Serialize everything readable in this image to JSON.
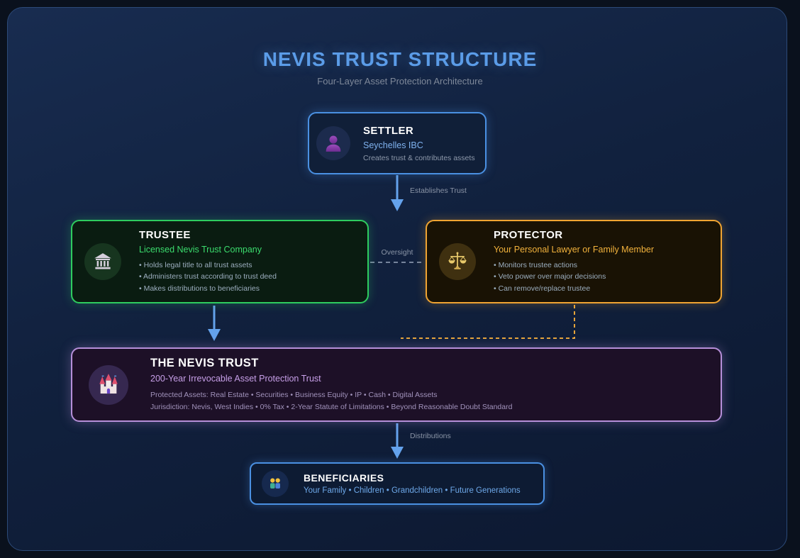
{
  "header": {
    "title": "NEVIS TRUST STRUCTURE",
    "subtitle": "Four-Layer Asset Protection Architecture"
  },
  "nodes": {
    "settler": {
      "title": "SETTLER",
      "subtitle": "Seychelles IBC",
      "description": "Creates trust & contributes assets",
      "icon": "person-icon",
      "accent": "#4a90e2"
    },
    "trustee": {
      "title": "TRUSTEE",
      "subtitle": "Licensed Nevis Trust Company",
      "bullets": [
        "• Holds legal title to all trust assets",
        "• Administers trust according to trust deed",
        "• Makes distributions to beneficiaries"
      ],
      "icon": "bank-icon",
      "accent": "#2ecc5f"
    },
    "protector": {
      "title": "PROTECTOR",
      "subtitle": "Your Personal Lawyer or Family Member",
      "bullets": [
        "• Monitors trustee actions",
        "• Veto power over major decisions",
        "• Can remove/replace trustee"
      ],
      "icon": "scales-icon",
      "accent": "#f0a432"
    },
    "trust": {
      "title": "THE NEVIS TRUST",
      "subtitle": "200-Year Irrevocable Asset Protection Trust",
      "details": [
        "Protected Assets: Real Estate • Securities • Business Equity • IP • Cash • Digital Assets",
        "Jurisdiction: Nevis, West Indies • 0% Tax • 2-Year Statute of Limitations • Beyond Reasonable Doubt Standard"
      ],
      "icon": "castle-icon",
      "accent": "#b68fd9"
    },
    "beneficiaries": {
      "title": "BENEFICIARIES",
      "subtitle": "Your Family • Children • Grandchildren • Future Generations",
      "icon": "family-icon",
      "accent": "#4a90e2"
    }
  },
  "connectors": {
    "establishes_trust": "Establishes Trust",
    "oversight": "Oversight",
    "distributions": "Distributions"
  },
  "colors": {
    "title_blue": "#5b9ce8",
    "arrow_blue": "#64a2ec",
    "dashed_gray": "#76849c",
    "dashed_orange": "#e5a43a",
    "panel_border": "#2c4a78"
  }
}
